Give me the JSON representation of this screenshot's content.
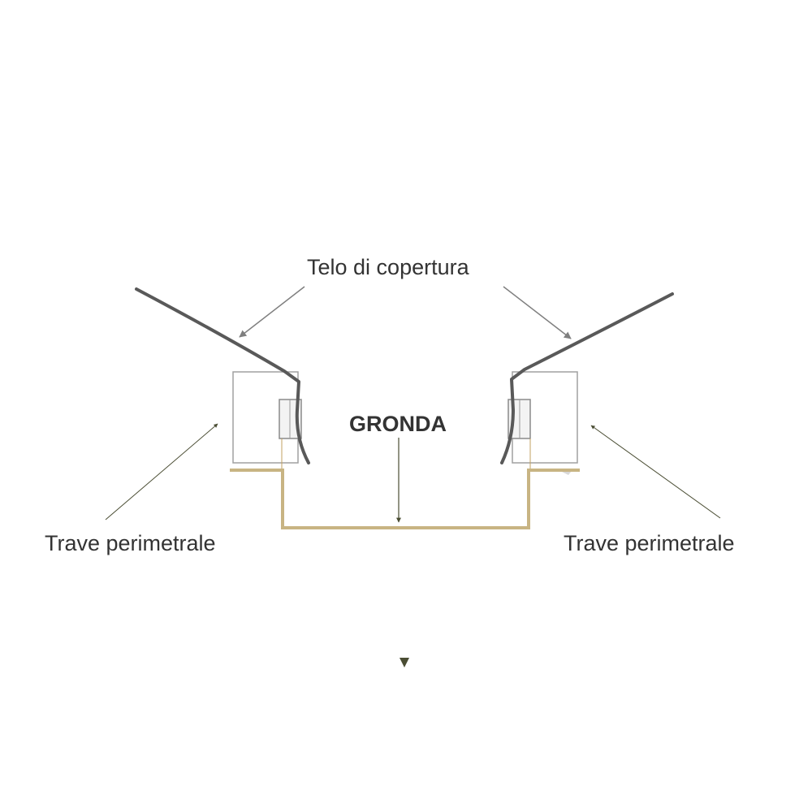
{
  "labels": {
    "cover": "Telo di copertura",
    "gutter": "GRONDA",
    "beam_left": "Trave perimetrale",
    "beam_right": "Trave perimetrale"
  },
  "colors": {
    "sheet": "#595959",
    "gutter": "#c8b483",
    "beam_outline": "#9a9a9a",
    "arrow_gray": "#7f7f7f",
    "arrow_dark": "#4a4d33",
    "text": "#333333"
  }
}
